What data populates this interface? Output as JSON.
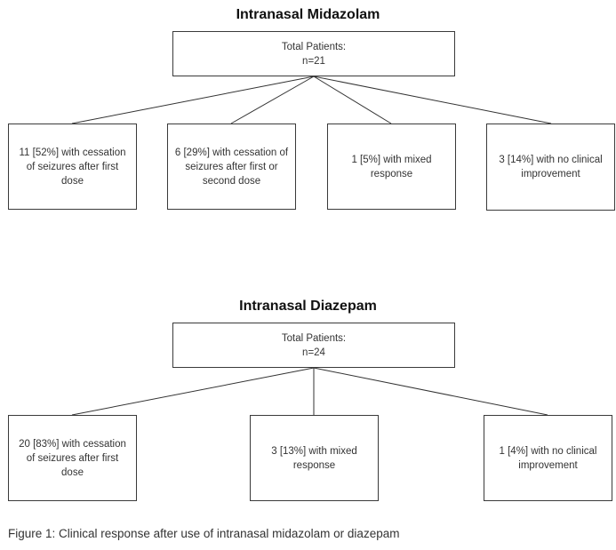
{
  "diagrams": [
    {
      "title": "Intranasal Midazolam",
      "root": {
        "label": "Total Patients:",
        "count": "n=21"
      },
      "outcomes": [
        {
          "text": "11 [52%] with cessation of seizures after first dose"
        },
        {
          "text": "6 [29%] with cessation of seizures after first or second dose"
        },
        {
          "text": "1 [5%] with mixed response"
        },
        {
          "text": "3 [14%] with no clinical improvement"
        }
      ]
    },
    {
      "title": "Intranasal Diazepam",
      "root": {
        "label": "Total Patients:",
        "count": "n=24"
      },
      "outcomes": [
        {
          "text": "20 [83%] with cessation of seizures after first dose"
        },
        {
          "text": "3 [13%] with mixed response"
        },
        {
          "text": "1 [4%] with no clinical improvement"
        }
      ]
    }
  ],
  "caption": "Figure 1: Clinical response after use of intranasal midazolam or diazepam"
}
